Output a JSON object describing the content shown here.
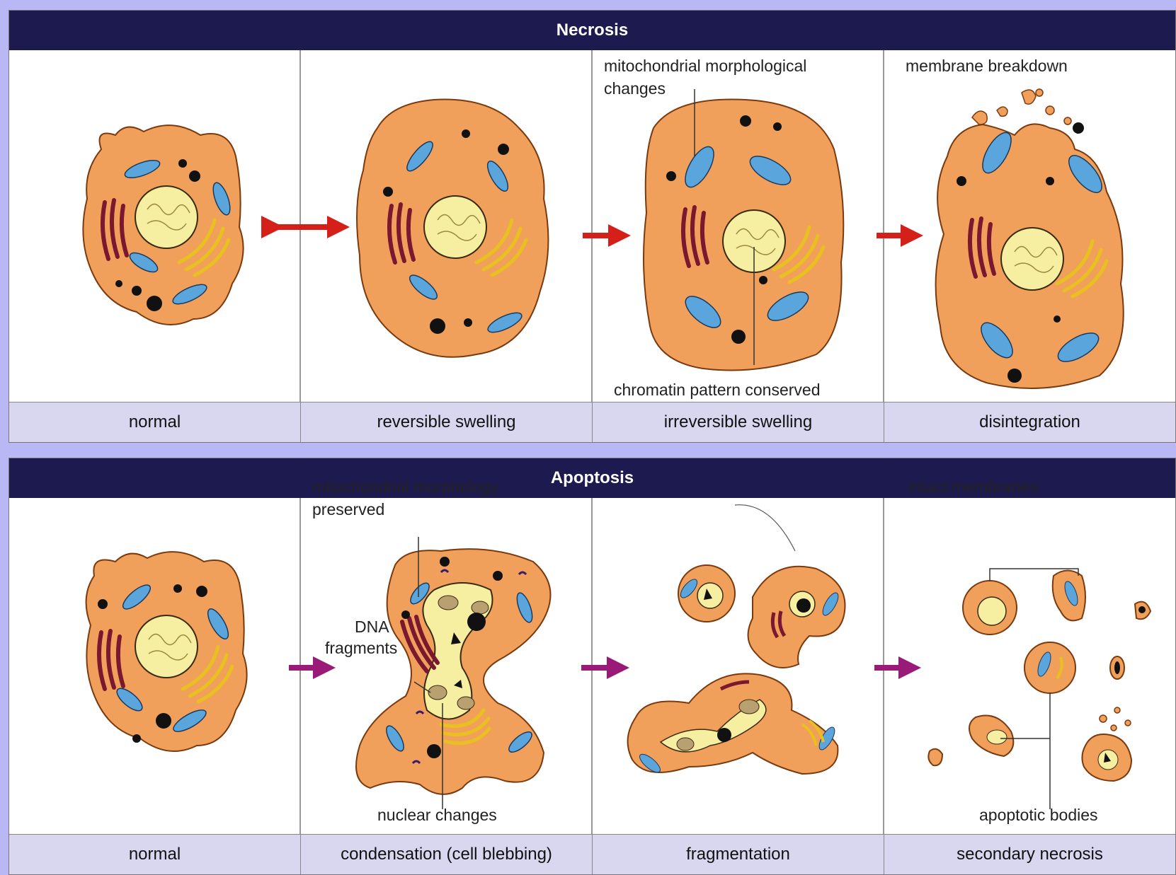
{
  "necrosis": {
    "title": "Necrosis",
    "captions": [
      "normal",
      "reversible swelling",
      "irreversible swelling",
      "disintegration"
    ],
    "annotations": {
      "mito": "mitochondrial morphological",
      "mito2": "changes",
      "chromatin": "chromatin pattern conserved",
      "membrane": "membrane breakdown"
    }
  },
  "apoptosis": {
    "title": "Apoptosis",
    "captions": [
      "normal",
      "condensation (cell blebbing)",
      "fragmentation",
      "secondary necrosis"
    ],
    "annotations": {
      "mito": "mitochondrial morphology",
      "mito2": "preserved",
      "dna": "DNA",
      "dna2": "fragments",
      "nuclear": "nuclear changes",
      "intact": "intact membranes",
      "bodies": "apoptotic bodies"
    }
  },
  "colors": {
    "header": "#1c1a4e",
    "background": "#b9b8f4",
    "caption_bar": "#d9d7f0",
    "cell": "#f0a05a",
    "mitochondria": "#5aa5dc",
    "nucleus": "#f6eea0",
    "er": "#7a1830",
    "golgi": "#e8c020",
    "necrosis_arrow": "#d42018",
    "apoptosis_arrow": "#9a1a78"
  }
}
